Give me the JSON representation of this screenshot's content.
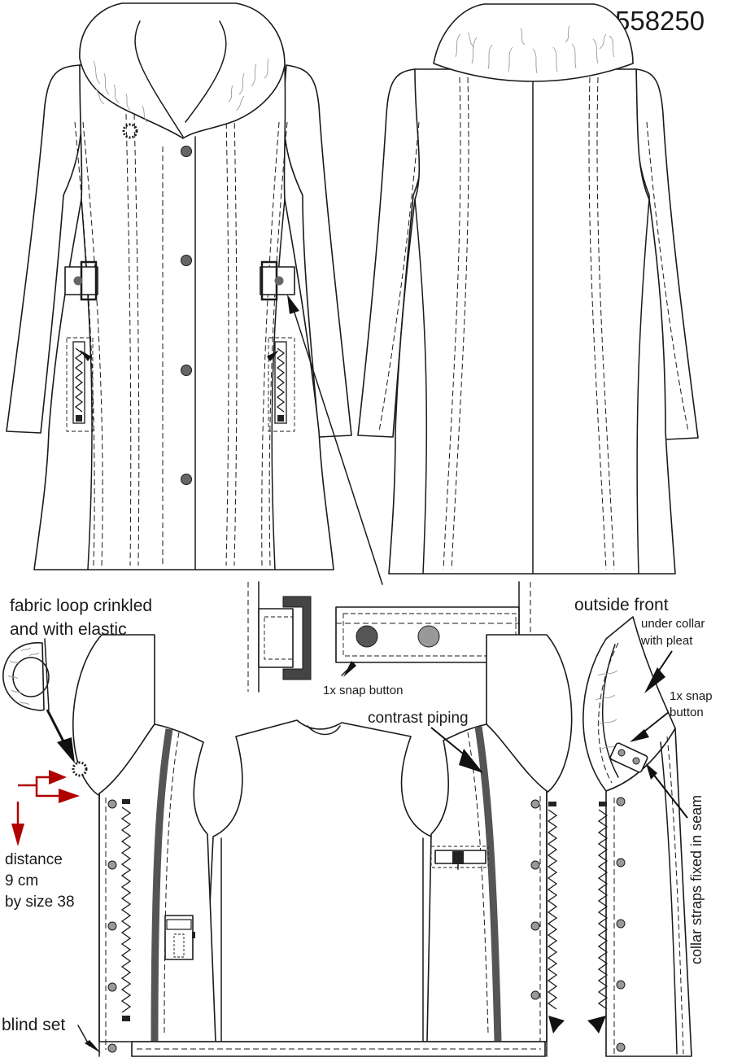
{
  "style_number": "558250",
  "labels": {
    "fabric_loop_line1": "fabric loop crinkled",
    "fabric_loop_line2": "and with elastic",
    "distance_line1": "distance",
    "distance_line2": "9 cm",
    "distance_line3": "by size 38",
    "blind_set": "blind set",
    "snap_button": "1x snap button",
    "contrast_piping": "contrast piping",
    "outside_front": "outside front",
    "under_collar_line1": "under collar",
    "under_collar_line2": "with pleat",
    "snap_button2_line1": "1x snap",
    "snap_button2_line2": "button",
    "collar_straps": "collar straps fixed in seam"
  },
  "colors": {
    "line": "#1a1a1a",
    "piping": "#555555",
    "button": "#666666",
    "snap_light": "#999999",
    "annotation_arrow": "#b00000"
  }
}
